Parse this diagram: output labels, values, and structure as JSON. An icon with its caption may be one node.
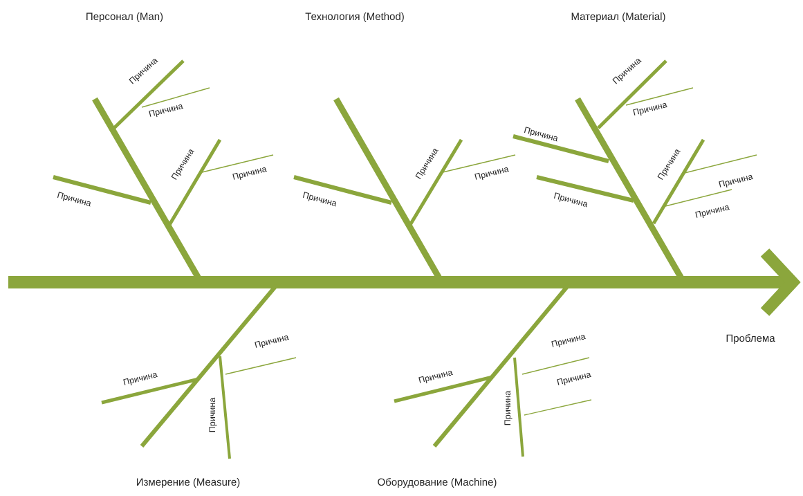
{
  "diagram": {
    "labels": [
      "Персонал (Man)",
      "Технология (Method)",
      "Материал (Material)",
      "Причина",
      "Причина",
      "Причина",
      "Причина",
      "Причина",
      "Причина",
      "Причина",
      "Причина",
      "Причина",
      "Причина",
      "Причина",
      "Причина",
      "Причина",
      "Причина",
      "Причина",
      "Проблема",
      "Причина",
      "Причина",
      "Причина",
      "Причина",
      "Причина",
      "Причина",
      "Причина",
      "Измерение (Measure)",
      "Оборудование (Machine)"
    ]
  }
}
